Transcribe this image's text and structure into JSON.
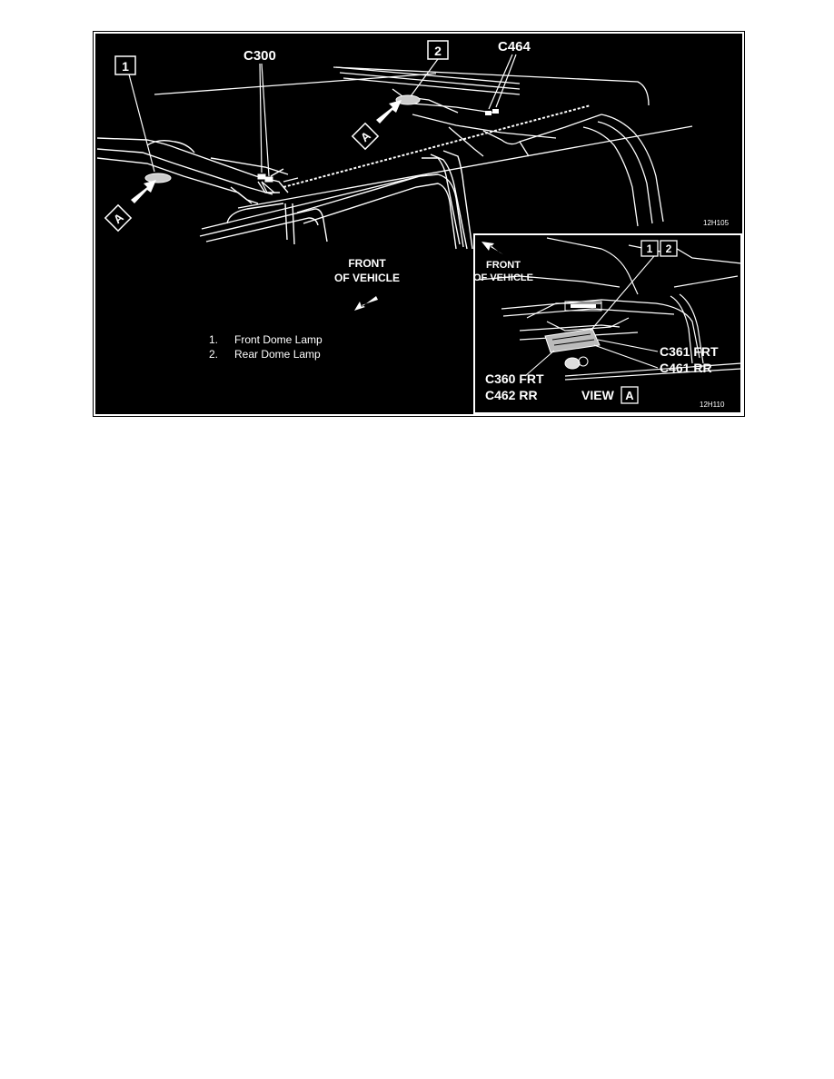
{
  "callouts": {
    "c1": "1",
    "c2": "2",
    "inset_c1": "1",
    "inset_c2": "2",
    "view_a_left": "A",
    "view_a_right": "A",
    "view_a_box": "A"
  },
  "connectors": {
    "c300": "C300",
    "c464": "C464",
    "c361": "C361 FRT",
    "c461": "C461 RR",
    "c360": "C360 FRT",
    "c462": "C462 RR"
  },
  "front_of_vehicle": {
    "main_line1": "FRONT",
    "main_line2": "OF VEHICLE",
    "inset_line1": "FRONT",
    "inset_line2": "OF VEHICLE"
  },
  "view_label": "VIEW",
  "figure_codes": {
    "main": "12H105",
    "inset": "12H110"
  },
  "legend": [
    {
      "num": "1.",
      "text": "Front Dome Lamp"
    },
    {
      "num": "2.",
      "text": "Rear Dome Lamp"
    }
  ],
  "colors": {
    "background": "#000000",
    "ink": "#ffffff",
    "page": "#ffffff"
  }
}
